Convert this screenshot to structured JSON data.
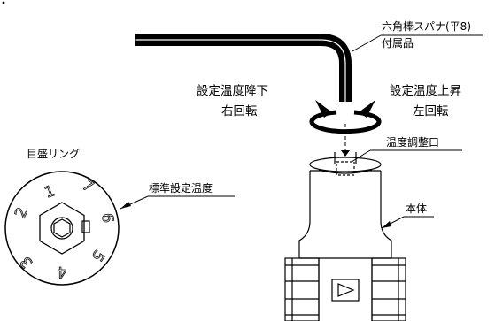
{
  "labels": {
    "wrench_line1": "六角棒スパナ(平8)",
    "wrench_line2": "付属品",
    "rotate_right_line1": "設定温度降下",
    "rotate_right_line2": "右回転",
    "rotate_left_line1": "設定温度上昇",
    "rotate_left_line2": "左回転",
    "adjust_port": "温度調整口",
    "body": "本体",
    "scale_ring": "目盛リング",
    "standard_setting": "標準設定温度"
  },
  "dial": {
    "numbers": [
      "1",
      "2",
      "3",
      "4",
      "5",
      "6",
      "7"
    ]
  }
}
